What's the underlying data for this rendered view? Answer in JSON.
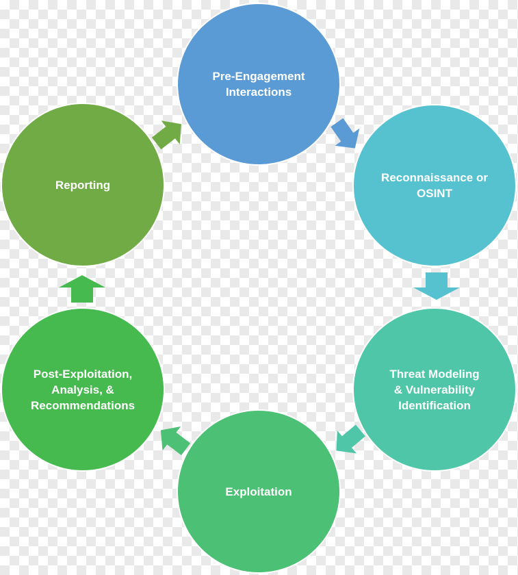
{
  "diagram": {
    "nodes": [
      {
        "id": "pre-engagement",
        "label": "Pre-Engagement\nInteractions",
        "color": "#5b9bd5"
      },
      {
        "id": "reconnaissance",
        "label": "Reconnaissance or\nOSINT",
        "color": "#56c2d0"
      },
      {
        "id": "threat-modeling",
        "label": "Threat Modeling\n& Vulnerability\nIdentification",
        "color": "#4fc6a7"
      },
      {
        "id": "exploitation",
        "label": "Exploitation",
        "color": "#4cc074"
      },
      {
        "id": "post-exploitation",
        "label": "Post-Exploitation,\nAnalysis, &\nRecommendations",
        "color": "#46b94f"
      },
      {
        "id": "reporting",
        "label": "Reporting",
        "color": "#70ab45"
      }
    ],
    "arrow_colors": [
      "#5b9bd5",
      "#56c2d0",
      "#4fc6a7",
      "#4cc074",
      "#46b94f",
      "#70ab45"
    ]
  }
}
